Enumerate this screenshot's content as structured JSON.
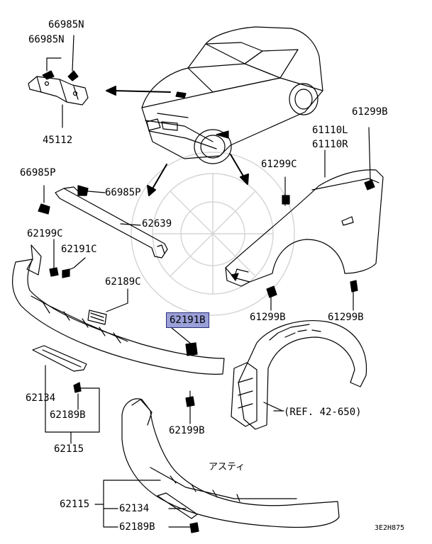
{
  "labels": {
    "p66985N_a": "66985N",
    "p66985N_b": "66985N",
    "p45112": "45112",
    "p66985P_a": "66985P",
    "p66985P_b": "66985P",
    "p62639": "62639",
    "p62199C": "62199C",
    "p62191C": "62191C",
    "p62189C": "62189C",
    "p62191B": "62191B",
    "p62134_a": "62134",
    "p62189B_a": "62189B",
    "p62115_a": "62115",
    "p62199B": "62199B",
    "p61110L": "61110L",
    "p61110R": "61110R",
    "p61299C": "61299C",
    "p61299B_a": "61299B",
    "p61299B_b": "61299B",
    "p61299B_c": "61299B",
    "ref": "(REF. 42-650)",
    "asti": "アスティ",
    "p62115_b": "62115",
    "p62134_b": "62134",
    "p62189B_b": "62189B",
    "diagram_code": "3E2H875"
  },
  "highlight_color": "#9aa0d8"
}
